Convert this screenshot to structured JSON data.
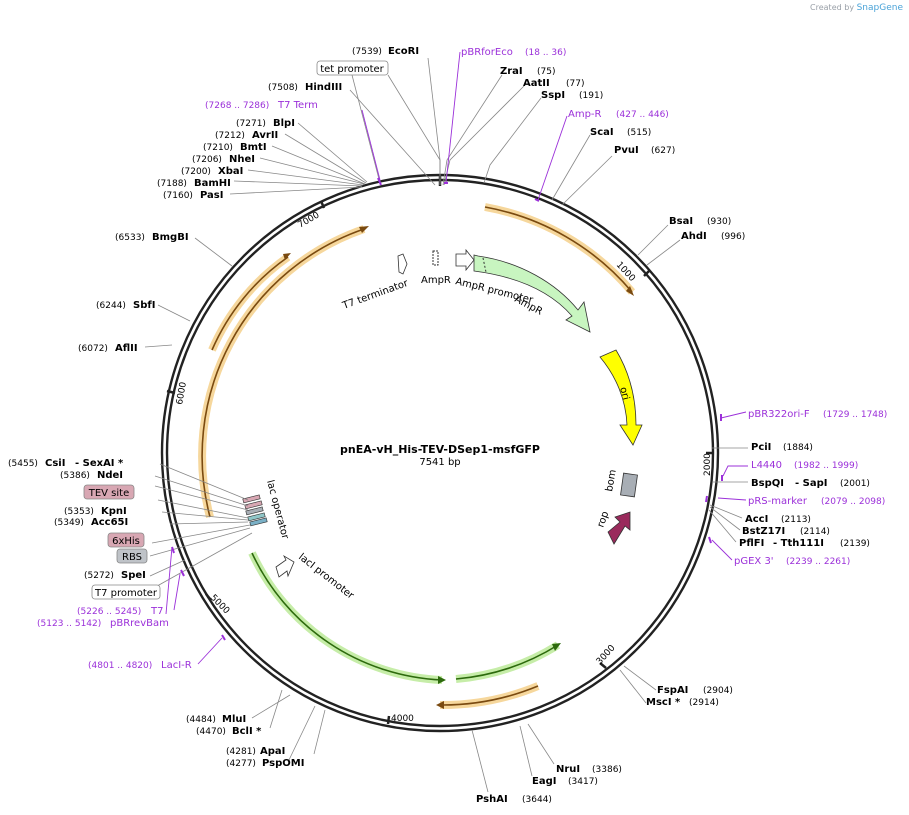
{
  "credit": {
    "prefix": "Created by",
    "brand": "SnapGene"
  },
  "plasmid": {
    "name": "pnEA-vH_His-TEV-DSep1-msfGFP",
    "size": "7541 bp"
  },
  "ticks": [
    "1000",
    "2000",
    "3000",
    "4000",
    "5000",
    "6000",
    "7000"
  ],
  "sites": [
    {
      "name": "EcoRI",
      "pos": "(7539)"
    },
    {
      "name": "ZraI",
      "pos": "(75)"
    },
    {
      "name": "AatII",
      "pos": "(77)"
    },
    {
      "name": "SspI",
      "pos": "(191)"
    },
    {
      "name": "ScaI",
      "pos": "(515)"
    },
    {
      "name": "PvuI",
      "pos": "(627)"
    },
    {
      "name": "BsaI",
      "pos": "(930)"
    },
    {
      "name": "AhdI",
      "pos": "(996)"
    },
    {
      "name": "PciI",
      "pos": "(1884)"
    },
    {
      "name": "BspQI",
      "name2": "- SapI",
      "pos": "(2001)"
    },
    {
      "name": "AccI",
      "pos": "(2113)"
    },
    {
      "name": "BstZ17I",
      "pos": "(2114)"
    },
    {
      "name": "PflFI",
      "name2": "- Tth111I",
      "pos": "(2139)"
    },
    {
      "name": "FspAI",
      "pos": "(2904)"
    },
    {
      "name": "MscI *",
      "pos": "(2914)"
    },
    {
      "name": "NruI",
      "pos": "(3386)"
    },
    {
      "name": "EagI",
      "pos": "(3417)"
    },
    {
      "name": "PshAI",
      "pos": "(3644)"
    },
    {
      "name": "ApaI",
      "pos": "(4281)"
    },
    {
      "name": "PspOMI",
      "pos": "(4277)"
    },
    {
      "name": "MluI",
      "pos": "(4484)"
    },
    {
      "name": "BclI *",
      "pos": "(4470)"
    },
    {
      "name": "SpeI",
      "pos": "(5272)"
    },
    {
      "name": "Acc65I",
      "pos": "(5349)"
    },
    {
      "name": "KpnI",
      "pos": "(5353)"
    },
    {
      "name": "NdeI",
      "pos": "(5386)"
    },
    {
      "name": "CsiI",
      "name2": "- SexAI *",
      "pos": "(5455)"
    },
    {
      "name": "AflII",
      "pos": "(6072)"
    },
    {
      "name": "SbfI",
      "pos": "(6244)"
    },
    {
      "name": "BmgBI",
      "pos": "(6533)"
    },
    {
      "name": "PasI",
      "pos": "(7160)"
    },
    {
      "name": "BamHI",
      "pos": "(7188)"
    },
    {
      "name": "XbaI",
      "pos": "(7200)"
    },
    {
      "name": "NheI",
      "pos": "(7206)"
    },
    {
      "name": "BmtI",
      "pos": "(7210)"
    },
    {
      "name": "AvrII",
      "pos": "(7212)"
    },
    {
      "name": "BlpI",
      "pos": "(7271)"
    },
    {
      "name": "HindIII",
      "pos": "(7508)"
    }
  ],
  "primers": [
    {
      "name": "pBRforEco",
      "pos": "(18 .. 36)"
    },
    {
      "name": "Amp-R",
      "pos": "(427 .. 446)"
    },
    {
      "name": "pBR322ori-F",
      "pos": "(1729 .. 1748)"
    },
    {
      "name": "L4440",
      "pos": "(1982 .. 1999)"
    },
    {
      "name": "pRS-marker",
      "pos": "(2079 .. 2098)"
    },
    {
      "name": "pGEX 3'",
      "pos": "(2239 .. 2261)"
    },
    {
      "name": "LacI-R",
      "pos": "(4801 .. 4820)"
    },
    {
      "name": "pBRrevBam",
      "pos": "(5123 .. 5142)"
    },
    {
      "name": "T7",
      "pos": "(5226 .. 5245)"
    },
    {
      "name": "T7 Term",
      "pos": "(7268 .. 7286)"
    }
  ],
  "features": {
    "ampr": "AmpR",
    "ampr_promoter": "AmpR promoter",
    "t7_terminator": "T7 terminator",
    "ori": "ori",
    "bom": "bom",
    "rop": "rop",
    "lac_operator": "lac operator",
    "laci_promoter": "lacI promoter"
  },
  "boxes": {
    "tet_promoter": "tet promoter",
    "tev_site": "TEV site",
    "sixhis": "6xHis",
    "rbs": "RBS",
    "t7_promoter": "T7 promoter"
  },
  "colors": {
    "primer": "#9b30d9",
    "orf_fill": "#f2b55a",
    "ampr": "#c8f5c0",
    "ori": "#ffff00",
    "bom": "#a8aeb5",
    "rop": "#9a2a5c",
    "laci": "#4e9a1e",
    "tev": "#d8a7b3"
  }
}
